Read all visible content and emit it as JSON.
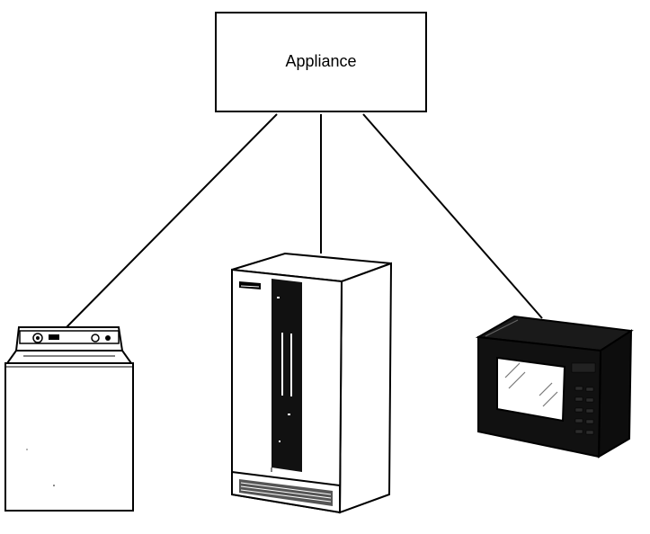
{
  "diagram": {
    "root": {
      "label": "Appliance"
    },
    "children": [
      {
        "kind": "washing-machine",
        "icon": "washing-machine-icon"
      },
      {
        "kind": "refrigerator",
        "icon": "refrigerator-icon"
      },
      {
        "kind": "microwave-oven",
        "icon": "microwave-icon"
      }
    ],
    "line_color": "#000000"
  }
}
